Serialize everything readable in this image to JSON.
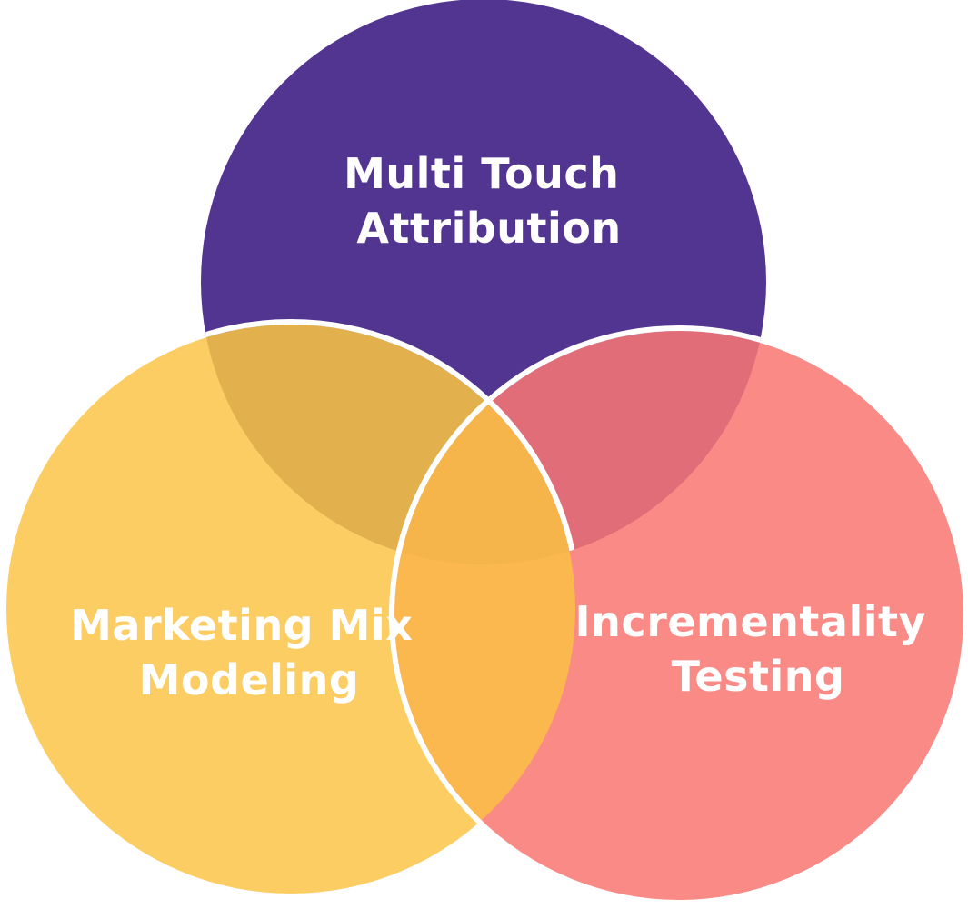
{
  "diagram": {
    "type": "venn",
    "circles": [
      {
        "id": "mta",
        "lines": [
          "Multi Touch",
          "Attribution"
        ],
        "color": "#523590"
      },
      {
        "id": "mmm",
        "lines": [
          "Marketing Mix",
          "Modeling"
        ],
        "color": "#FBCD63"
      },
      {
        "id": "inc",
        "lines": [
          "Incrementality",
          "Testing"
        ],
        "color": "#F98A86"
      }
    ],
    "overlap_colors": {
      "mta_mmm": "#E2B04D",
      "mta_inc": "#E06D78",
      "mmm_inc": "#FBB84E",
      "center": "#F5B54A"
    },
    "outline_color": "#ffffff"
  }
}
